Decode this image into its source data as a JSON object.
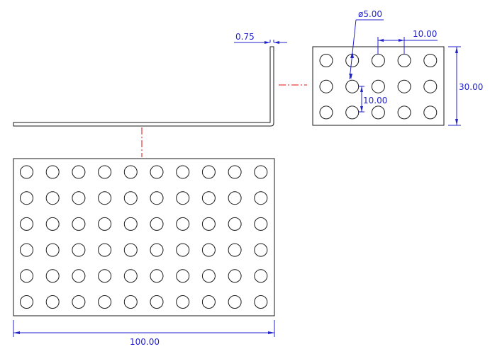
{
  "drawing": {
    "dimensions": {
      "thickness": "0.75",
      "hole_diameter": "ø5.00",
      "hole_pitch_horizontal": "10.00",
      "hole_pitch_vertical": "10.00",
      "flange_height": "30.00",
      "plate_length": "100.00"
    },
    "side_flange_holes": {
      "rows": 3,
      "cols": 5
    },
    "base_plate_holes": {
      "rows": 6,
      "cols": 10
    },
    "colors": {
      "object": "#1a1a1a",
      "dimension": "#2222cc",
      "centerline": "#e01010"
    }
  }
}
